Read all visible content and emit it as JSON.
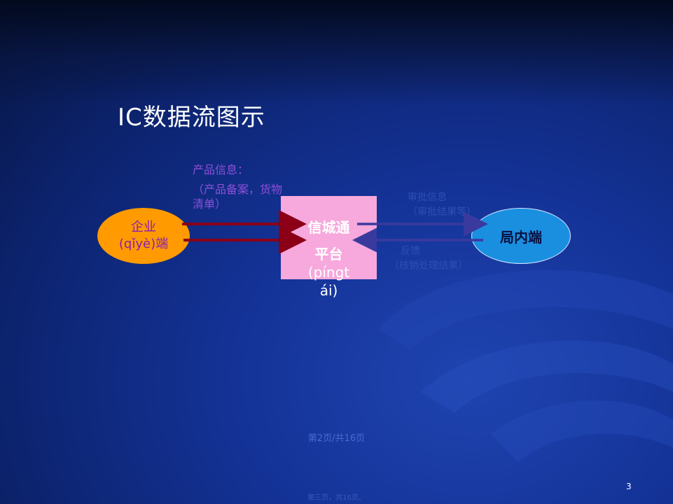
{
  "slide": {
    "title": "IC数据流图示",
    "page_number": "3",
    "footer_page": "第2页/共16页",
    "footer_small": "第三页，共16页。"
  },
  "nodes": {
    "enterprise_line1": "企业",
    "enterprise_line2": "(qǐyè)端",
    "platform_line1": "信城通",
    "platform_line2": "平台",
    "platform_line3": "(píngt",
    "platform_line4": "ái)",
    "bureau": "局内端"
  },
  "notes": {
    "product_info": "产品信息：",
    "product_detail_1": "（产品备案，货物",
    "product_detail_2": "清单）",
    "right_top_1": "审批信息",
    "right_top_2": "（审批结果等）",
    "right_bottom_1": "反馈",
    "right_bottom_2": "（核销处理结果）"
  },
  "colors": {
    "arrow_red": "#8b0016",
    "arrow_blue": "#3a3a9e",
    "enterprise_fill": "#ff9a00",
    "platform_fill": "#f7a8dc",
    "bureau_fill": "#1a8fe0"
  }
}
